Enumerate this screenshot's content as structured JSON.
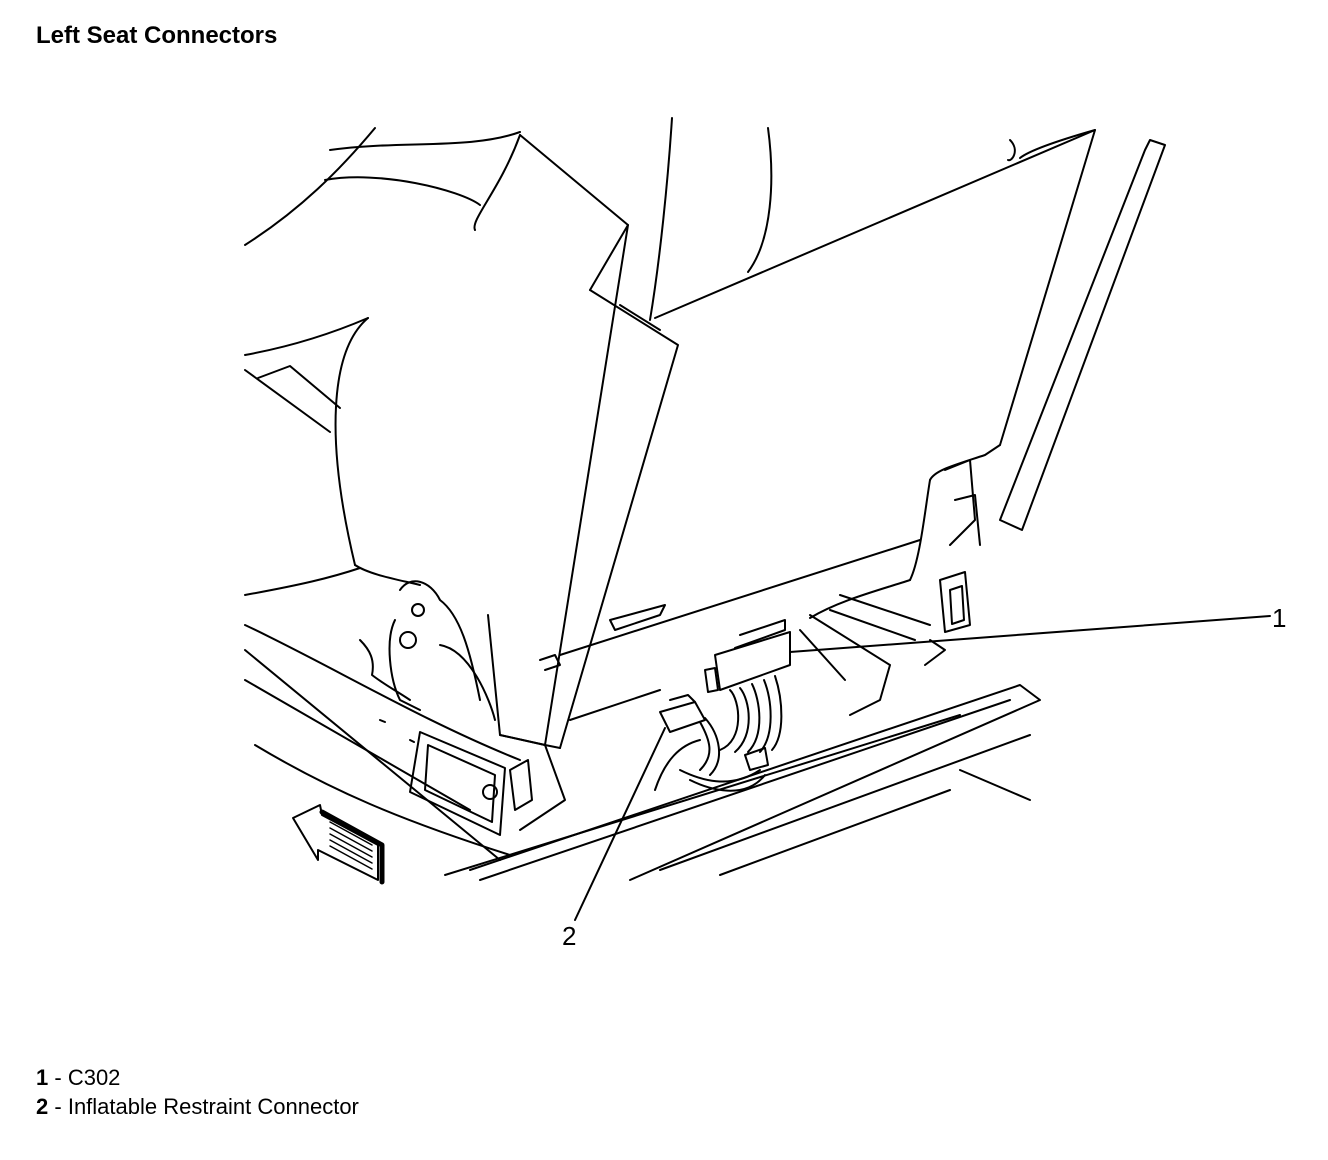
{
  "title": "Left Seat Connectors",
  "diagram": {
    "callouts": [
      {
        "number": "1"
      },
      {
        "number": "2"
      }
    ]
  },
  "legend": [
    {
      "number": "1",
      "separator": "-",
      "label": "C302"
    },
    {
      "number": "2",
      "separator": "-",
      "label": "Inflatable Restraint Connector"
    }
  ]
}
